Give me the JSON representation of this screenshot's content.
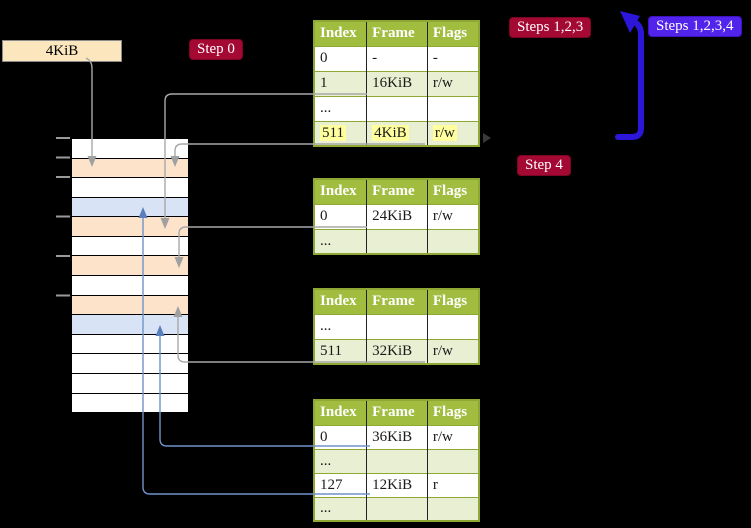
{
  "diagram_title": "page-table-walk",
  "frame_size_label": "4KiB",
  "badges": [
    {
      "id": "step0",
      "label": "Step 0",
      "color": "#a30933"
    },
    {
      "id": "steps123",
      "label": "Steps 1,2,3",
      "color": "#a30933"
    },
    {
      "id": "steps1234",
      "label": "Steps 1,2,3,4",
      "color": "#5123eb"
    },
    {
      "id": "step4",
      "label": "Step 4",
      "color": "#a30933"
    }
  ],
  "tables": [
    {
      "id": "level4-table",
      "headers": [
        "Index",
        "Frame",
        "Flags"
      ],
      "rows": [
        {
          "cells": [
            "0",
            "-",
            "-"
          ],
          "shade": false,
          "highlight": false
        },
        {
          "cells": [
            "1",
            "16KiB",
            "r/w"
          ],
          "shade": true,
          "highlight": false
        },
        {
          "cells": [
            "...",
            "",
            ""
          ],
          "shade": false,
          "highlight": false
        },
        {
          "cells": [
            "511",
            "4KiB",
            "r/w"
          ],
          "shade": true,
          "highlight": true
        }
      ]
    },
    {
      "id": "level3-table",
      "headers": [
        "Index",
        "Frame",
        "Flags"
      ],
      "rows": [
        {
          "cells": [
            "0",
            "24KiB",
            "r/w"
          ],
          "shade": false,
          "highlight": false
        },
        {
          "cells": [
            "...",
            "",
            ""
          ],
          "shade": true,
          "highlight": false
        }
      ]
    },
    {
      "id": "level2-table",
      "headers": [
        "Index",
        "Frame",
        "Flags"
      ],
      "rows": [
        {
          "cells": [
            "...",
            "",
            ""
          ],
          "shade": false,
          "highlight": false
        },
        {
          "cells": [
            "511",
            "32KiB",
            "r/w"
          ],
          "shade": true,
          "highlight": false
        }
      ]
    },
    {
      "id": "level1-table",
      "headers": [
        "Index",
        "Frame",
        "Flags"
      ],
      "rows": [
        {
          "cells": [
            "0",
            "36KiB",
            "r/w"
          ],
          "shade": false,
          "highlight": false
        },
        {
          "cells": [
            "...",
            "",
            ""
          ],
          "shade": true,
          "highlight": false
        },
        {
          "cells": [
            "127",
            "12KiB",
            "r"
          ],
          "shade": false,
          "highlight": false
        },
        {
          "cells": [
            "...",
            "",
            ""
          ],
          "shade": true,
          "highlight": false
        }
      ]
    }
  ],
  "memory": {
    "rows": [
      {
        "fill": "white"
      },
      {
        "fill": "peach"
      },
      {
        "fill": "white"
      },
      {
        "fill": "blue"
      },
      {
        "fill": "peach"
      },
      {
        "fill": "white"
      },
      {
        "fill": "peach"
      },
      {
        "fill": "white"
      },
      {
        "fill": "peach"
      },
      {
        "fill": "blue"
      },
      {
        "fill": "white"
      },
      {
        "fill": "white"
      },
      {
        "fill": "white"
      },
      {
        "fill": "white"
      }
    ]
  },
  "colors": {
    "table_header_green": "#a1bd3f",
    "table_shaded_row": "#e9efd2",
    "table_border_olive": "#8fa834",
    "highlight_yellow": "#ffff9e",
    "frame_label_wheat": "#fbe6bd",
    "memory_peach": "#fce3c9",
    "memory_blue": "#d8e4f5",
    "connector_gray": "#a8a8a8",
    "connector_blue": "#6f93c9",
    "loop_arrow_blue": "#2b16d9",
    "badge_crimson": "#a30933",
    "badge_blue": "#5123eb"
  }
}
